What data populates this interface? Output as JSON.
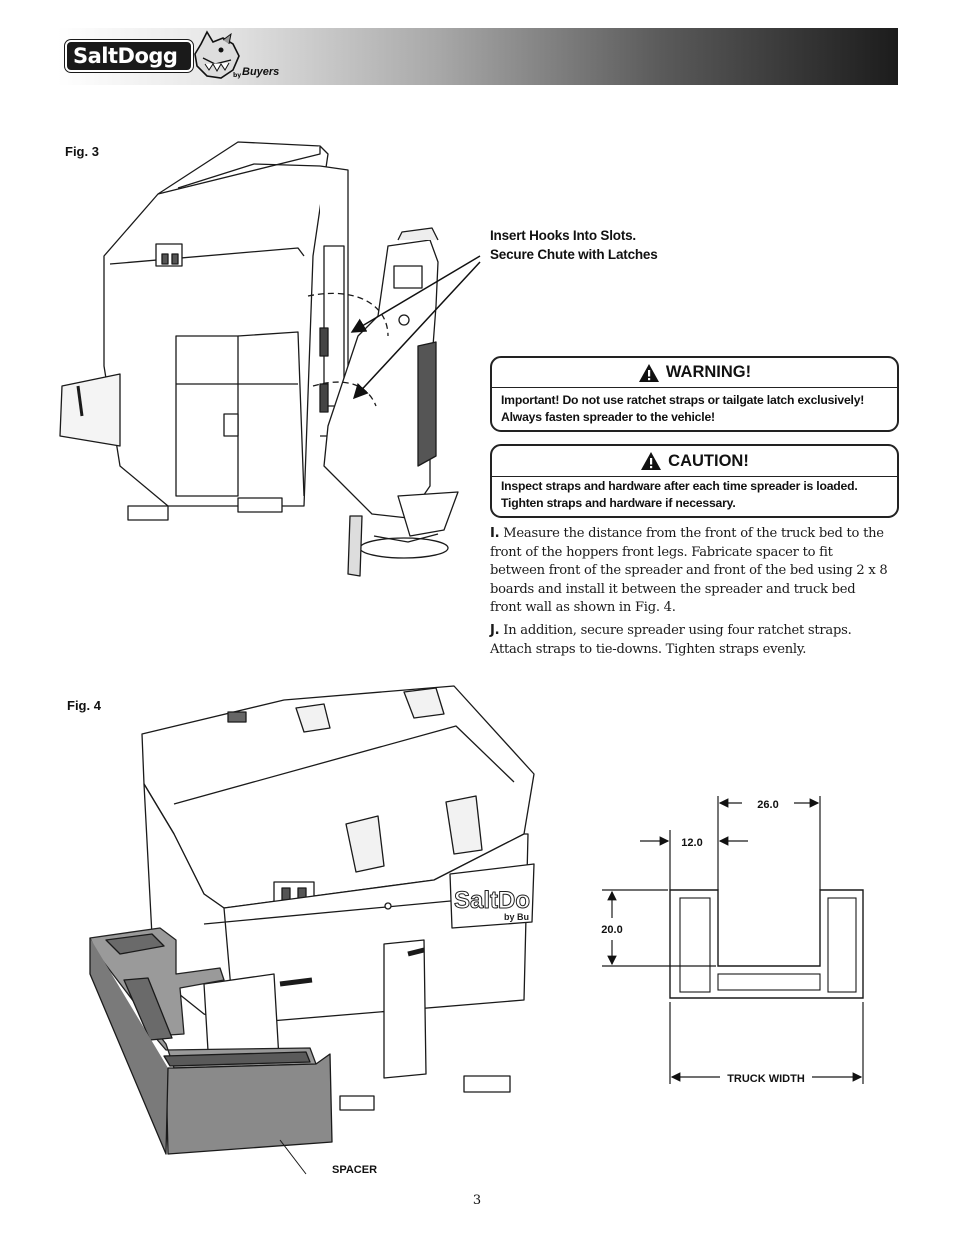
{
  "header": {
    "logo_text": "SaltDogg",
    "logo_by": "by",
    "logo_brand": "Buyers"
  },
  "fig3": {
    "label": "Fig. 3",
    "callout_line1": "Insert Hooks Into Slots.",
    "callout_line2": "Secure Chute with Latches"
  },
  "warning": {
    "title": "WARNING!",
    "line1": "Important! Do not use ratchet straps or tailgate latch exclusively!",
    "line2": "Always fasten spreader to the vehicle!"
  },
  "caution": {
    "title": "CAUTION!",
    "line1": "Inspect straps and hardware after each time spreader is loaded.",
    "line2": "Tighten straps and hardware if necessary."
  },
  "steps": [
    {
      "letter": "I.",
      "text": " Measure the distance from the front of the truck bed to the front of the hoppers front legs. Fabricate spacer to fit between front of the spreader and front of the bed using 2 x 8 boards and install it between the spreader and truck bed front wall as shown in Fig. 4."
    },
    {
      "letter": "J.",
      "text": " In addition, secure spreader using four ratchet straps. Attach straps to tie-downs. Tighten straps evenly."
    }
  ],
  "fig4": {
    "label": "Fig. 4",
    "spacer_label": "SPACER",
    "hopper_logo": "SaltDo",
    "hopper_logo_by": "by Bu",
    "dims": {
      "width_top": "26.0",
      "leg_width": "12.0",
      "depth": "20.0",
      "truck_width": "TRUCK WIDTH"
    }
  },
  "page_number": "3",
  "colors": {
    "header_dark": "#1c1c1c",
    "spacer_fill": "#8a8a8a",
    "line": "#222222"
  }
}
